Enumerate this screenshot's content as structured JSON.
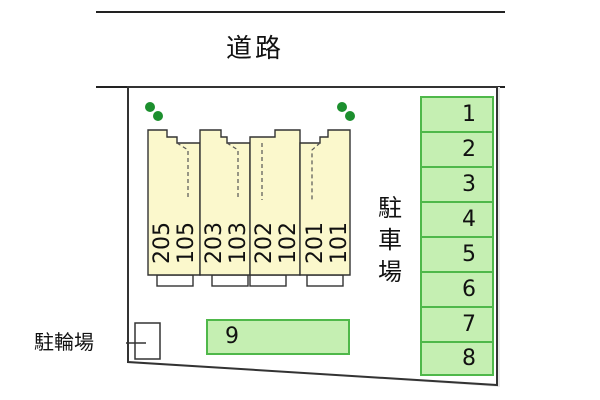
{
  "road": {
    "label": "道路"
  },
  "units": [
    {
      "upper": "205",
      "lower": "105"
    },
    {
      "upper": "203",
      "lower": "103"
    },
    {
      "upper": "202",
      "lower": "102"
    },
    {
      "upper": "201",
      "lower": "101"
    }
  ],
  "parking": {
    "label_chars": [
      "駐",
      "車",
      "場"
    ],
    "slots": [
      "1",
      "2",
      "3",
      "4",
      "5",
      "6",
      "7",
      "8"
    ],
    "extra_slot": "9"
  },
  "bicycle_parking": {
    "label": "駐輪場"
  },
  "colors": {
    "building_fill": "#fbf8cc",
    "parking_fill": "#c5efb2",
    "parking_stroke": "#4fb84a",
    "tree": "#1c8f2e"
  }
}
